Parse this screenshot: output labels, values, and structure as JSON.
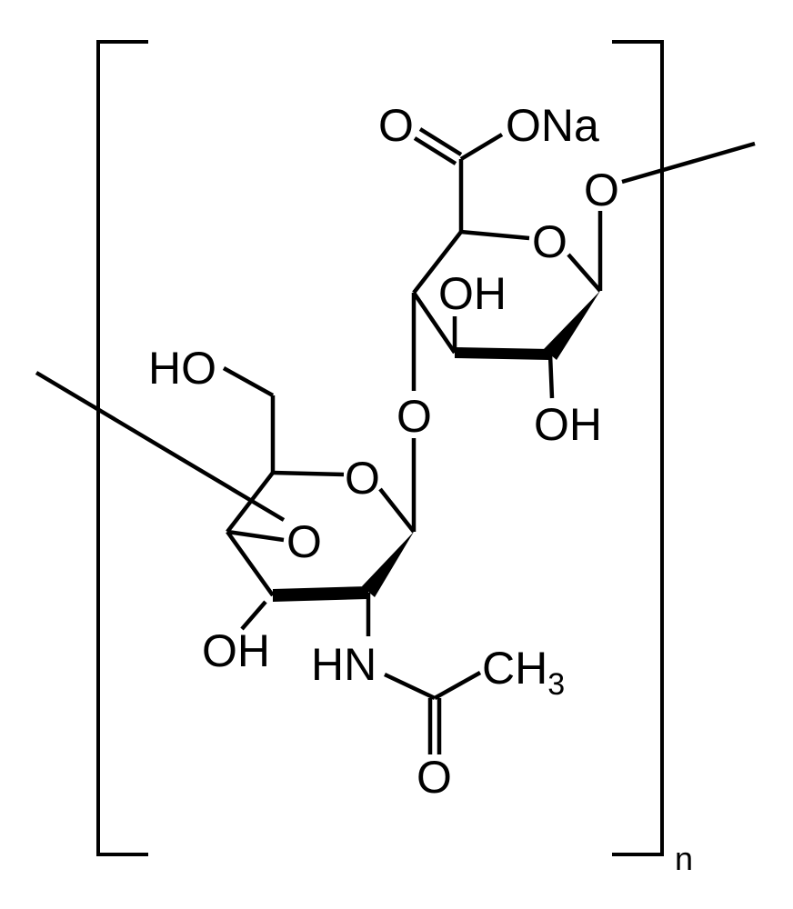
{
  "diagram": {
    "type": "chemical-structure",
    "labels": {
      "carbonyl_o": "O",
      "ona": "ONa",
      "ring_o_upper": "O",
      "glyco_o_right": "O",
      "oh_upper_c3": "OH",
      "oh_upper_c2": "OH",
      "glyco_o_mid": "O",
      "ho_ch2": "HO",
      "ring_o_lower": "O",
      "glyco_o_left": "O",
      "oh_lower": "OH",
      "hn": "HN",
      "ch3_main": "CH",
      "ch3_sub": "3",
      "amide_o": "O",
      "repeat_n": "n"
    }
  }
}
